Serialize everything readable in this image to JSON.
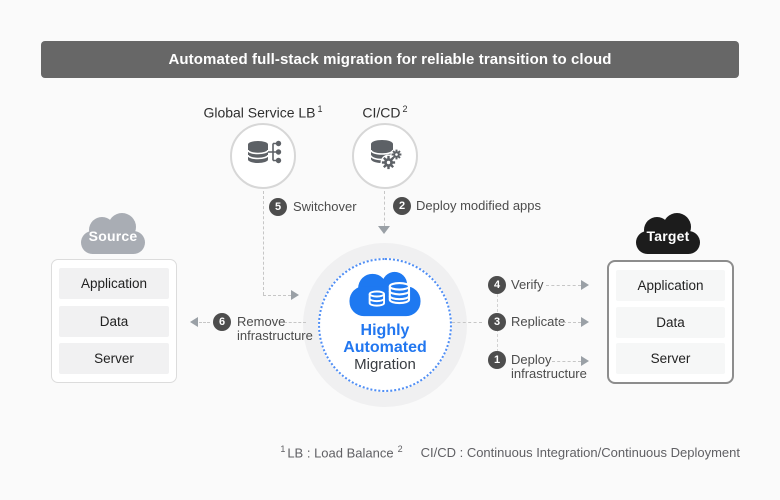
{
  "header": {
    "title": "Automated full-stack migration for reliable transition to cloud"
  },
  "top_nodes": {
    "lb": {
      "label": "Global Service LB",
      "sup": "1"
    },
    "cicd": {
      "label": "CI/CD",
      "sup": "2"
    }
  },
  "steps": {
    "s1": {
      "num": "1",
      "label": "Deploy",
      "label2": "infrastructure"
    },
    "s2": {
      "num": "2",
      "label": "Deploy modified apps"
    },
    "s3": {
      "num": "3",
      "label": "Replicate"
    },
    "s4": {
      "num": "4",
      "label": "Verify"
    },
    "s5": {
      "num": "5",
      "label": "Switchover"
    },
    "s6": {
      "num": "6",
      "label": "Remove",
      "label2": "infrastructure"
    }
  },
  "source": {
    "title": "Source",
    "items": [
      "Application",
      "Data",
      "Server"
    ]
  },
  "target": {
    "title": "Target",
    "items": [
      "Application",
      "Data",
      "Server"
    ]
  },
  "center": {
    "line1": "Highly",
    "line2": "Automated",
    "line3": "Migration"
  },
  "footnotes": {
    "f1": {
      "sup": "1",
      "text": "LB : Load Balance"
    },
    "f2": {
      "sup": "2",
      "text": "CI/CD : Continuous Integration/Continuous Deployment"
    }
  },
  "icons": {
    "lb": "load-balancer-database-icon",
    "cicd": "cicd-database-gear-icon",
    "center": "cloud-database-icon",
    "source": "gray-cloud-icon",
    "target": "black-cloud-icon"
  },
  "colors": {
    "accent_blue": "#1e79f1",
    "header_bg": "#676767",
    "badge_bg": "#4d4d4d",
    "source_cloud": "#a9adb4",
    "target_cloud": "#1c1c1c",
    "dashed_line": "#c6c6c6",
    "arrow": "#9aa0a6"
  }
}
